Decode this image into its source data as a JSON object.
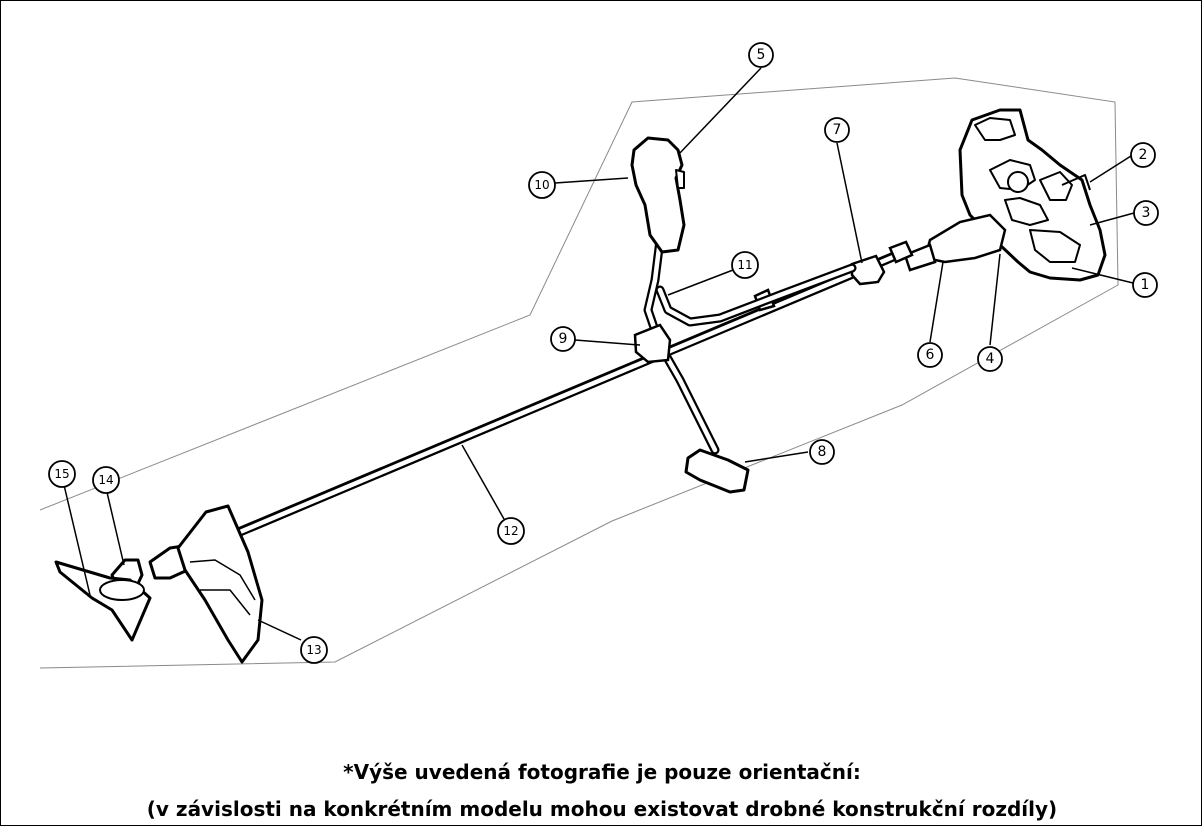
{
  "diagram": {
    "callouts": [
      "1",
      "2",
      "3",
      "4",
      "5",
      "6",
      "7",
      "8",
      "9",
      "10",
      "11",
      "12",
      "13",
      "14",
      "15"
    ],
    "colors": {
      "line": "#000000",
      "outline": "#8a8a8a",
      "background": "#ffffff"
    }
  },
  "caption": {
    "line1": "*Výše uvedená fotografie je pouze orientační:",
    "line2": "(v závislosti na konkrétním modelu mohou existovat drobné konstrukční rozdíly)"
  }
}
